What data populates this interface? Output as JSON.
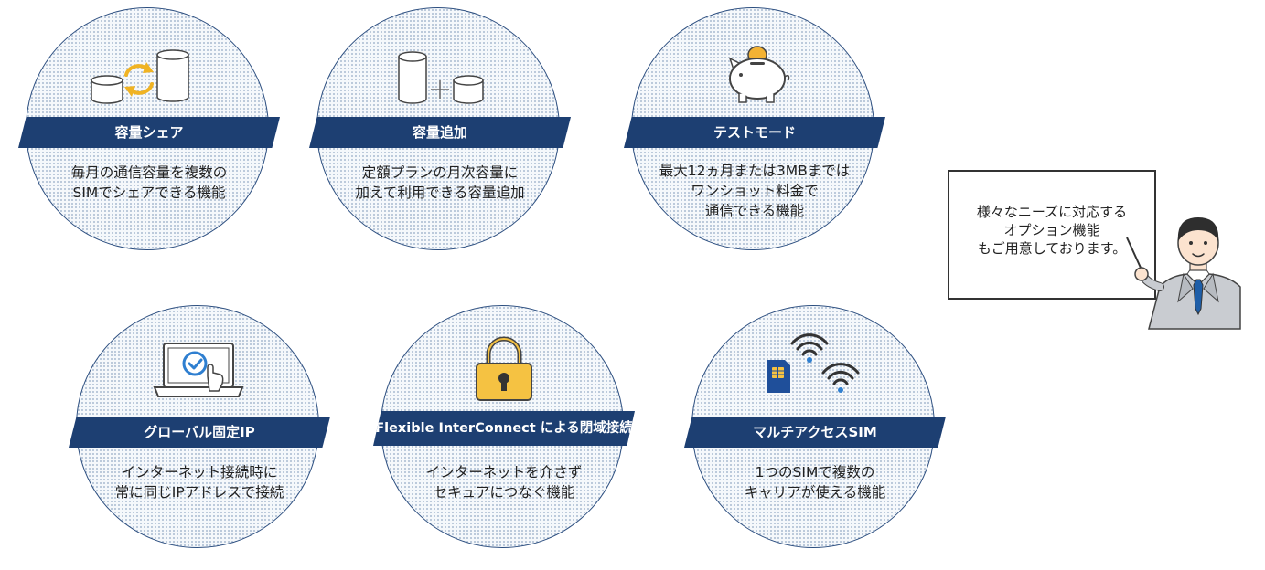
{
  "features": [
    {
      "title": "容量シェア",
      "desc": "毎月の通信容量を複数の\nSIMでシェアできる機能",
      "icon": "database-share-icon"
    },
    {
      "title": "容量追加",
      "desc": "定額プランの月次容量に\n加えて利用できる容量追加",
      "icon": "database-add-icon"
    },
    {
      "title": "テストモード",
      "desc": "最大12ヵ月または3MBまでは\nワンショット料金で\n通信できる機能",
      "icon": "piggy-bank-icon"
    },
    {
      "title": "グローバル固定IP",
      "desc": "インターネット接続時に\n常に同じIPアドレスで接続",
      "icon": "laptop-check-icon"
    },
    {
      "title": "Flexible InterConnect\nによる閉域接続",
      "desc": "インターネットを介さず\nセキュアにつなぐ機能",
      "icon": "padlock-icon"
    },
    {
      "title": "マルチアクセスSIM",
      "desc": "1つのSIMで複数の\nキャリアが使える機能",
      "icon": "sim-wifi-icon"
    }
  ],
  "speech": {
    "text": "様々なニーズに対応する\nオプション機能\nもご用意しております。"
  },
  "colors": {
    "navy": "#1d3f72",
    "gold": "#f5c242",
    "light_blue": "#9cc1e6",
    "sim_blue": "#1f4f9a",
    "check_blue": "#2f7fd0"
  }
}
